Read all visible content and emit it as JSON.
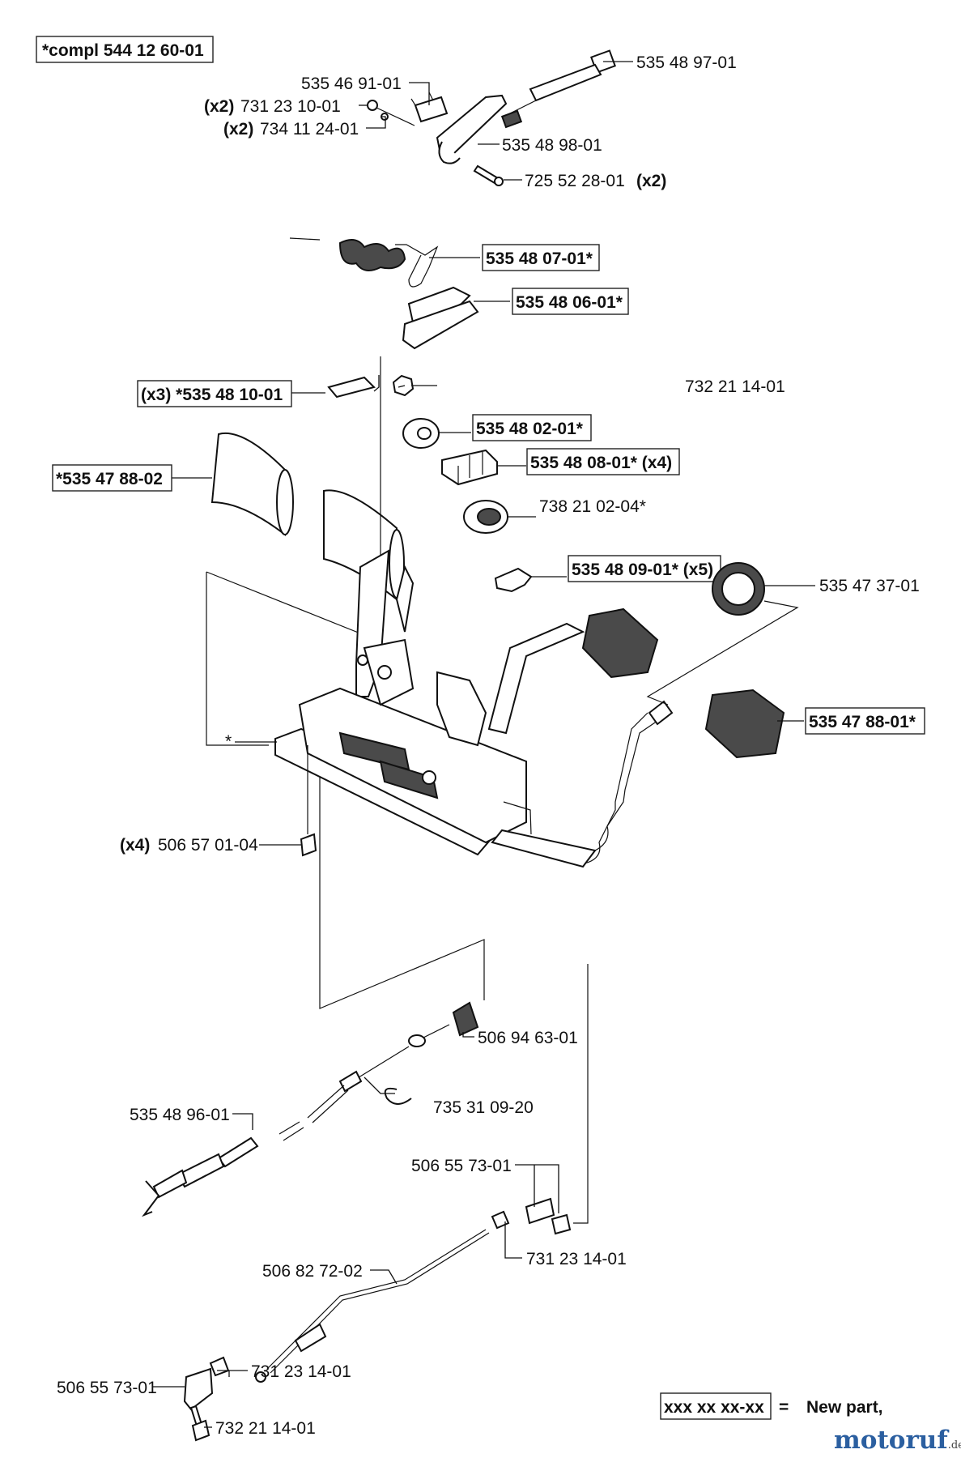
{
  "title": "*compl 544 12 60-01",
  "labels": {
    "p01": "535 48 97-01",
    "p02": "535 46 91-01",
    "p03q": "(x2)",
    "p03": "731 23 10-01",
    "p04q": "(x2)",
    "p04": "734 11 24-01",
    "p05": "535 48 98-01",
    "p06": "725 52 28-01",
    "p06q": "(x2)",
    "p07": "535 48 07-01*",
    "p08": "535 48 06-01*",
    "p09": "(x3) *535 48 10-01",
    "p10": "732 21 14-01",
    "p11": "535 48 02-01*",
    "p12": "535 48 08-01* (x4)",
    "p13": "*535 47 88-02",
    "p14": "738 21 02-04*",
    "p15": "535 48 09-01* (x5)",
    "p16": "535 47 37-01",
    "p17": "535 47 88-01*",
    "p18": "*",
    "p19q": "(x4)",
    "p19": "506 57 01-04",
    "p20": "506 94 63-01",
    "p21": "535 48 96-01",
    "p22": "735 31 09-20",
    "p23": "506 55 73-01",
    "p24": "731 23 14-01",
    "p25": "506 82 72-02",
    "p26": "731 23 14-01",
    "p27": "506 55 73-01",
    "p28": "732 21 14-01"
  },
  "legend": {
    "code": "xxx xx xx-xx",
    "equals": "=",
    "meaning": "New part,"
  },
  "brand": {
    "name": "motoruf",
    "tld": ".de",
    "color": "#2b5fa0"
  }
}
